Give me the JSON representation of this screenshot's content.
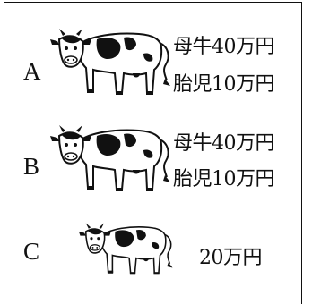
{
  "rows": [
    {
      "letter": "A",
      "lines": [
        "母牛40万円",
        "胎児10万円"
      ]
    },
    {
      "letter": "B",
      "lines": [
        "母牛40万円",
        "胎児10万円"
      ]
    },
    {
      "letter": "C",
      "lines": [
        "20万円"
      ]
    }
  ],
  "icons": [
    "cow-icon"
  ],
  "colors": {
    "ink": "#111111",
    "background": "#ffffff"
  }
}
